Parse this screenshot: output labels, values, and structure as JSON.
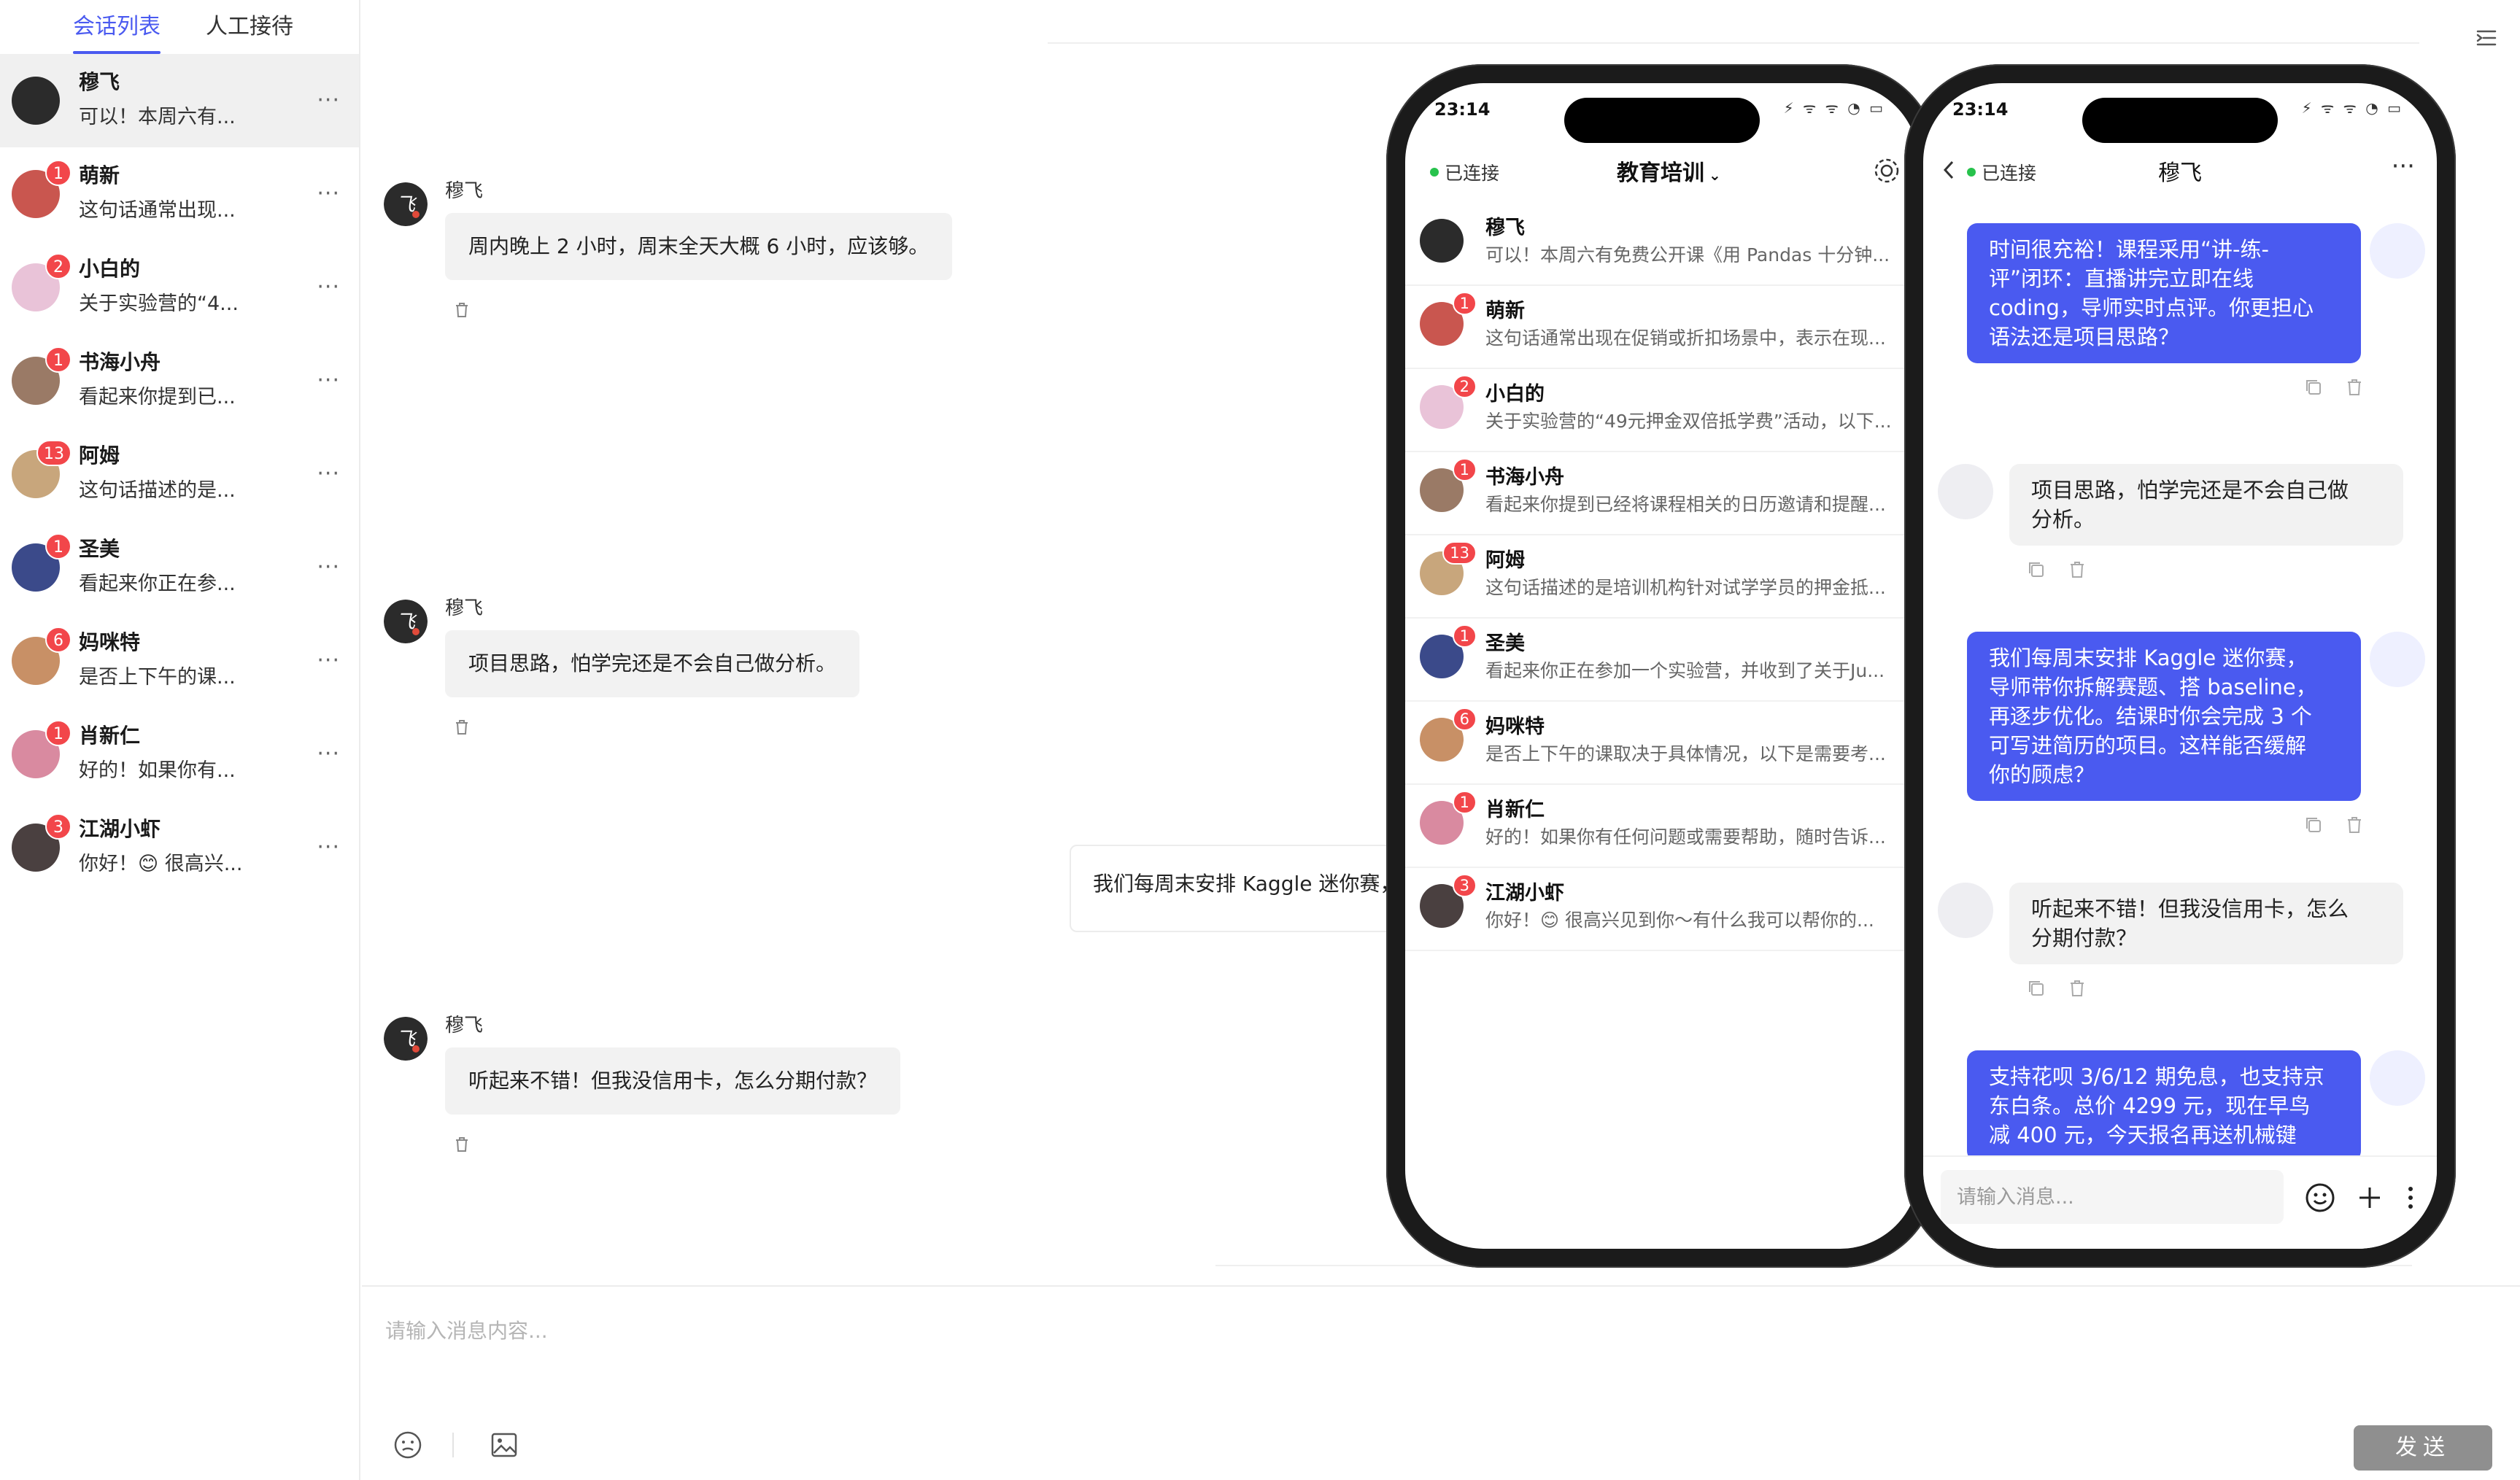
{
  "sidebar": {
    "tabs": [
      {
        "label": "会话列表",
        "active": true
      },
      {
        "label": "人工接待",
        "active": false
      }
    ],
    "conversations": [
      {
        "name": "穆飞",
        "preview": "可以！本周六有...",
        "badge": "",
        "avatar_color": "#2b2b2b",
        "selected": true
      },
      {
        "name": "萌新",
        "preview": "这句话通常出现...",
        "badge": "1",
        "avatar_color": "#c9564f",
        "selected": false
      },
      {
        "name": "小白的",
        "preview": "关于实验营的“4...",
        "badge": "2",
        "avatar_color": "#e9c3d8",
        "selected": false
      },
      {
        "name": "书海小舟",
        "preview": "看起来你提到已...",
        "badge": "1",
        "avatar_color": "#9a7a66",
        "selected": false
      },
      {
        "name": "阿姆",
        "preview": "这句话描述的是...",
        "badge": "13",
        "avatar_color": "#c8a67c",
        "selected": false
      },
      {
        "name": "圣美",
        "preview": "看起来你正在参...",
        "badge": "1",
        "avatar_color": "#3b4a8a",
        "selected": false
      },
      {
        "name": "妈咪特",
        "preview": "是否上下午的课...",
        "badge": "6",
        "avatar_color": "#c89066",
        "selected": false
      },
      {
        "name": "肖新仁",
        "preview": "好的！如果你有...",
        "badge": "1",
        "avatar_color": "#d98aa0",
        "selected": false
      },
      {
        "name": "江湖小虾",
        "preview": "你好！😊 很高兴...",
        "badge": "3",
        "avatar_color": "#4a4040",
        "selected": false
      }
    ],
    "more_label": "···"
  },
  "main": {
    "messages": [
      {
        "sender": "穆飞",
        "text": "周内晚上 2 小时，周末全天大概 6 小时，应该够。"
      },
      {
        "sender": "穆飞",
        "text": "项目思路，怕学完还是不会自己做分析。"
      },
      {
        "sender": "穆飞",
        "text": "听起来不错！但我没信用卡，怎么分期付款？"
      }
    ],
    "right_message_partial": "我们每周末安排 Kaggle 迷你赛，导",
    "composer_placeholder": "请输入消息内容...",
    "send_label": "发送"
  },
  "phone_list": {
    "time": "23:14",
    "status_icons": "⚡ ᯤ ᯤ ◔ ▭",
    "connection": "已连接",
    "title": "教育培训",
    "items": [
      {
        "name": "穆飞",
        "preview": "可以！本周六有免费公开课《用 Pandas 十分钟...",
        "badge": "",
        "avatar_color": "#2b2b2b"
      },
      {
        "name": "萌新",
        "preview": "这句话通常出现在促销或折扣场景中，表示在现...",
        "badge": "1",
        "avatar_color": "#c9564f"
      },
      {
        "name": "小白的",
        "preview": "关于实验营的“49元押金双倍抵学费”活动，以下...",
        "badge": "2",
        "avatar_color": "#e9c3d8"
      },
      {
        "name": "书海小舟",
        "preview": "看起来你提到已经将课程相关的日历邀请和提醒...",
        "badge": "1",
        "avatar_color": "#9a7a66"
      },
      {
        "name": "阿姆",
        "preview": "这句话描述的是培训机构针对试学学员的押金抵...",
        "badge": "13",
        "avatar_color": "#c8a67c"
      },
      {
        "name": "圣美",
        "preview": "看起来你正在参加一个实验营，并收到了关于Ju...",
        "badge": "1",
        "avatar_color": "#3b4a8a"
      },
      {
        "name": "妈咪特",
        "preview": "是否上下午的课取决于具体情况，以下是需要考...",
        "badge": "6",
        "avatar_color": "#c89066"
      },
      {
        "name": "肖新仁",
        "preview": "好的！如果你有任何问题或需要帮助，随时告诉...",
        "badge": "1",
        "avatar_color": "#d98aa0"
      },
      {
        "name": "江湖小虾",
        "preview": "你好！😊 很高兴见到你～有什么我可以帮你的...",
        "badge": "3",
        "avatar_color": "#4a4040"
      }
    ]
  },
  "phone_chat": {
    "time": "23:14",
    "status_icons": "⚡ ᯤ ᯤ ◔ ▭",
    "connection": "已连接",
    "title": "穆飞",
    "more": "···",
    "messages": [
      {
        "role": "agent",
        "lines": [
          "时间很充裕！课程采用“讲-练-",
          "评”闭环：直播讲完立即在线",
          "coding，导师实时点评。你更担心",
          "语法还是项目思路？"
        ]
      },
      {
        "role": "user",
        "lines": [
          "项目思路，怕学完还是不会自己做",
          "分析。"
        ]
      },
      {
        "role": "agent",
        "lines": [
          "我们每周末安排 Kaggle 迷你赛，",
          "导师带你拆解赛题、搭 baseline，",
          "再逐步优化。结课时你会完成 3 个",
          "可写进简历的项目。这样能否缓解",
          "你的顾虑？"
        ]
      },
      {
        "role": "user",
        "lines": [
          "听起来不错！但我没信用卡，怎么",
          "分期付款？"
        ]
      },
      {
        "role": "agent",
        "lines": [
          "支持花呗 3/6/12 期免息，也支持京",
          "东白条。总价 4299 元，现在早鸟",
          "减 400 元，今天报名再送机械键"
        ]
      }
    ],
    "input_placeholder": "请输入消息..."
  }
}
